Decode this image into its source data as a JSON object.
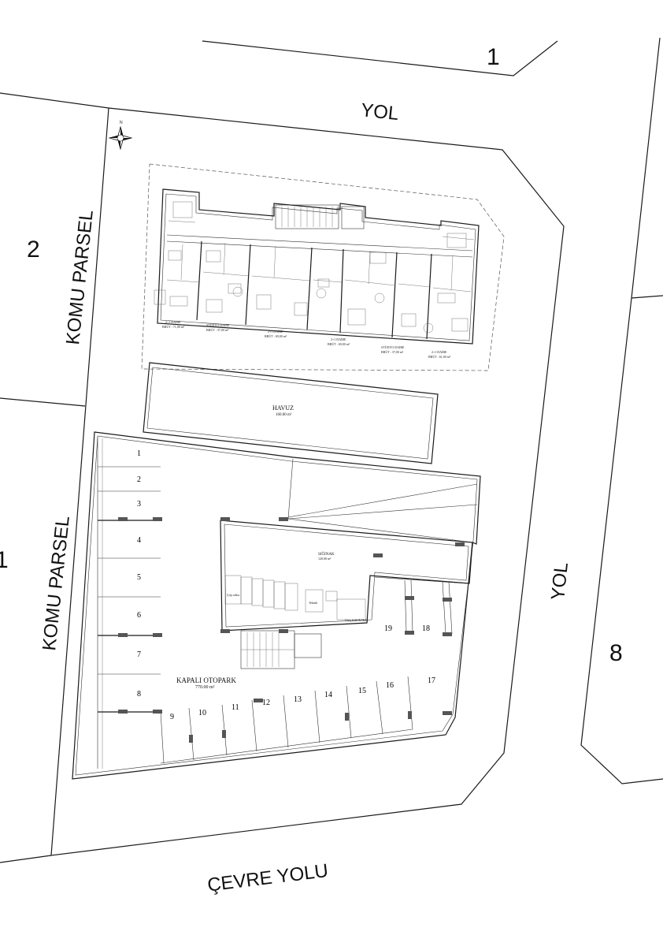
{
  "parcels": {
    "top_road": "YOL",
    "right_road": "YOL",
    "bottom_road": "ÇEVRE YOLU",
    "left_neighbor_upper": "KOMU PARSEL",
    "left_neighbor_lower": "KOMU PARSEL",
    "parcel_top": "1",
    "parcel_left_upper": "2",
    "parcel_left_lower": "1",
    "parcel_right": "8"
  },
  "north_arrow": {
    "letter": "N",
    "icon": "compass-rose-icon"
  },
  "building": {
    "units": [
      {
        "name": "2+1 DAİRE",
        "area": "BRÜT : 71,00 m²"
      },
      {
        "name": "STÜDYO DAİRE",
        "area": "BRÜT : 37,00 m²"
      },
      {
        "name": "2+1 DAİRE",
        "area": "BRÜT : 69,00 m²"
      },
      {
        "name": "2+1 DAİRE",
        "area": "BRÜT : 69,00 m²"
      },
      {
        "name": "STÜDYO DAİRE",
        "area": "BRÜT : 37,00 m²"
      },
      {
        "name": "2+1 DAİRE",
        "area": "BRÜT : 61,00 m²"
      }
    ]
  },
  "pool": {
    "label": "HAVUZ",
    "area": "160.00 m²"
  },
  "parking": {
    "label": "KAPALI OTOPARK",
    "area": "770.00 m²",
    "spaces": [
      "1",
      "2",
      "3",
      "4",
      "5",
      "6",
      "7",
      "8",
      "9",
      "10",
      "11",
      "12",
      "13",
      "14",
      "15",
      "16",
      "17",
      "18",
      "19"
    ]
  },
  "core": {
    "shelter": "SIĞINAK",
    "shelter_area": "120.00 m²",
    "garbage": "Çöp odası",
    "tech": "Teknik",
    "entrance": "Giriş holü & Holü"
  }
}
